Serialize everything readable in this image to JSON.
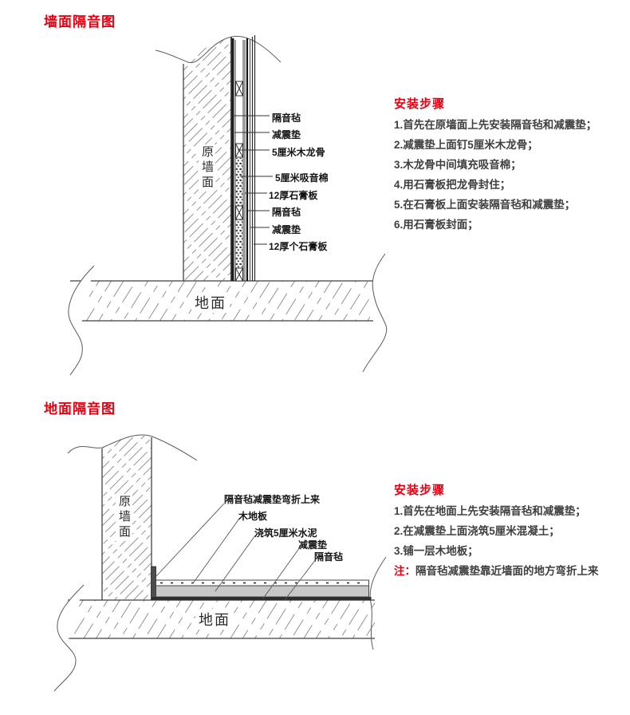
{
  "colors": {
    "accent_red": "#e60012",
    "body_text": "#3f3f3f",
    "label_text": "#141414",
    "line": "#444444",
    "concrete_gray": "#c8c8c8"
  },
  "wall_section": {
    "title": "墙面隔音图",
    "diagram": {
      "wall_label": "原墙面",
      "ground_label": "地面",
      "layers": [
        "隔音毡",
        "减震垫",
        "5厘米木龙骨",
        "5厘米吸音棉",
        "12厚石膏板",
        "隔音毡",
        "减震垫",
        "12厚个石膏板"
      ]
    },
    "steps": {
      "heading": "安装步骤",
      "items": [
        "1.首先在原墙面上先安装隔音毡和减震垫；",
        "2.减震垫上面钉5厘米木龙骨；",
        "3.木龙骨中间填充吸音棉；",
        "4.用石膏板把龙骨封住；",
        "5.在石膏板上面安装隔音毡和减震垫；",
        "6.用石膏板封面；"
      ]
    }
  },
  "floor_section": {
    "title": "地面隔音图",
    "diagram": {
      "wall_label": "原墙面",
      "ground_label": "地面",
      "layers": [
        "隔音毡减震垫弯折上来",
        "木地板",
        "浇筑5厘米水泥",
        "减震垫",
        "隔音毡"
      ]
    },
    "steps": {
      "heading": "安装步骤",
      "items": [
        "1.首先在地面上先安装隔音毡和减震垫；",
        "2.在减震垫上面浇筑5厘米混凝土；",
        "3.铺一层木地板；"
      ],
      "note_label": "注：",
      "note_text": "隔音毡减震垫靠近墙面的地方弯折上来"
    }
  }
}
